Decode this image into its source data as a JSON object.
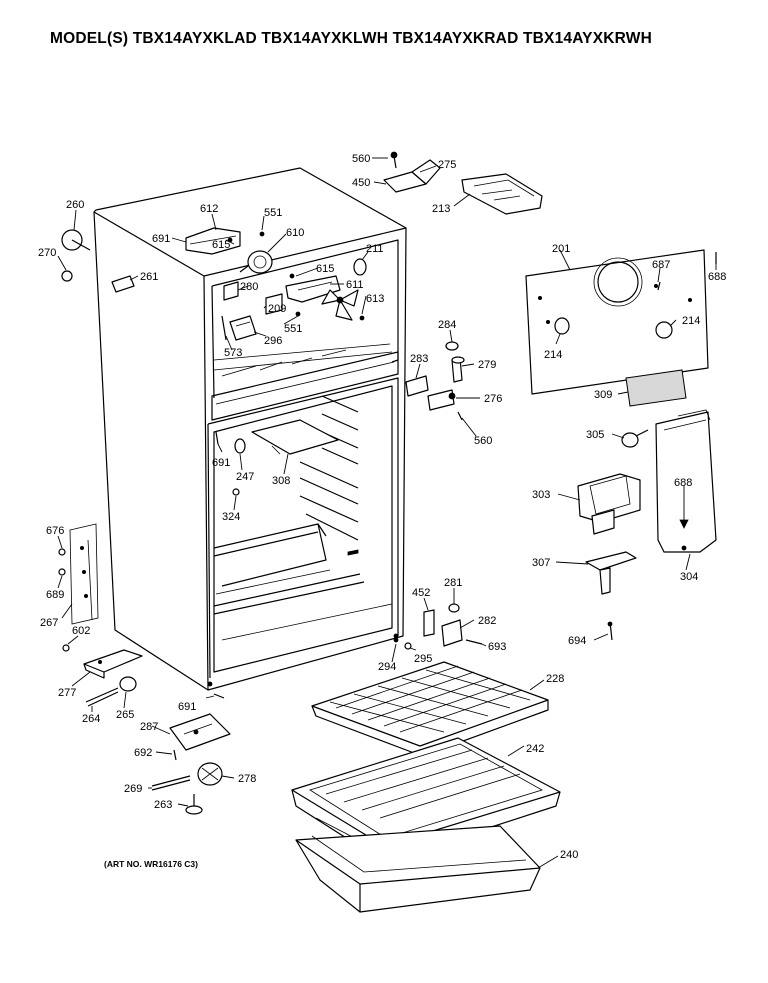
{
  "header": {
    "models": "MODEL(S) TBX14AYXKLAD TBX14AYXKLWH TBX14AYXKRAD TBX14AYXKRWH"
  },
  "footer": {
    "art_number": "(ART NO. WR16176 C3)"
  },
  "callouts": {
    "p560a": "560",
    "p275": "275",
    "p450": "450",
    "p213": "213",
    "p260": "260",
    "p270": "270",
    "p261": "261",
    "p612": "612",
    "p691a": "691",
    "p551a": "551",
    "p615a": "615",
    "p610": "610",
    "p211": "211",
    "p615b": "615",
    "p611": "611",
    "p280": "280",
    "p209": "209",
    "p613": "613",
    "p551b": "551",
    "p573": "573",
    "p296": "296",
    "p201": "201",
    "p687": "687",
    "p688a": "688",
    "p214a": "214",
    "p214b": "214",
    "p284": "284",
    "p283": "283",
    "p279": "279",
    "p276": "276",
    "p560b": "560",
    "p309": "309",
    "p305": "305",
    "p303": "303",
    "p688b": "688",
    "p304": "304",
    "p307": "307",
    "p691b": "691",
    "p247": "247",
    "p308": "308",
    "p324": "324",
    "p676": "676",
    "p689": "689",
    "p267": "267",
    "p602": "602",
    "p452": "452",
    "p281": "281",
    "p282": "282",
    "p693": "693",
    "p694": "694",
    "p294": "294",
    "p295": "295",
    "p228": "228",
    "p242": "242",
    "p240": "240",
    "p277": "277",
    "p264": "264",
    "p265": "265",
    "p691c": "691",
    "p287": "287",
    "p692": "692",
    "p278": "278",
    "p269": "269",
    "p263": "263"
  }
}
